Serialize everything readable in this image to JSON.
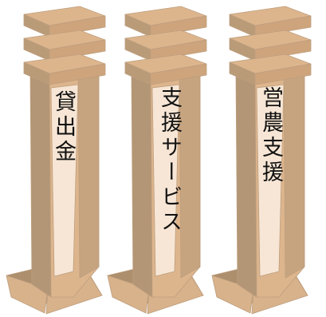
{
  "pillars": [
    {
      "label": "貸出金"
    },
    {
      "label": "支援サービス"
    },
    {
      "label": "営農支援"
    }
  ],
  "colors": {
    "slab_top": "#ddb58d",
    "slab_side": "#ba9b78",
    "slab_front": "#cea47c",
    "pillar_front": "#ddb58d",
    "pillar_side": "#b39675",
    "pillar_highlight": "#fcefe2",
    "base_light": "#d8b28b",
    "base_dark": "#ad8f6e",
    "outline": "#bd9e7e"
  }
}
